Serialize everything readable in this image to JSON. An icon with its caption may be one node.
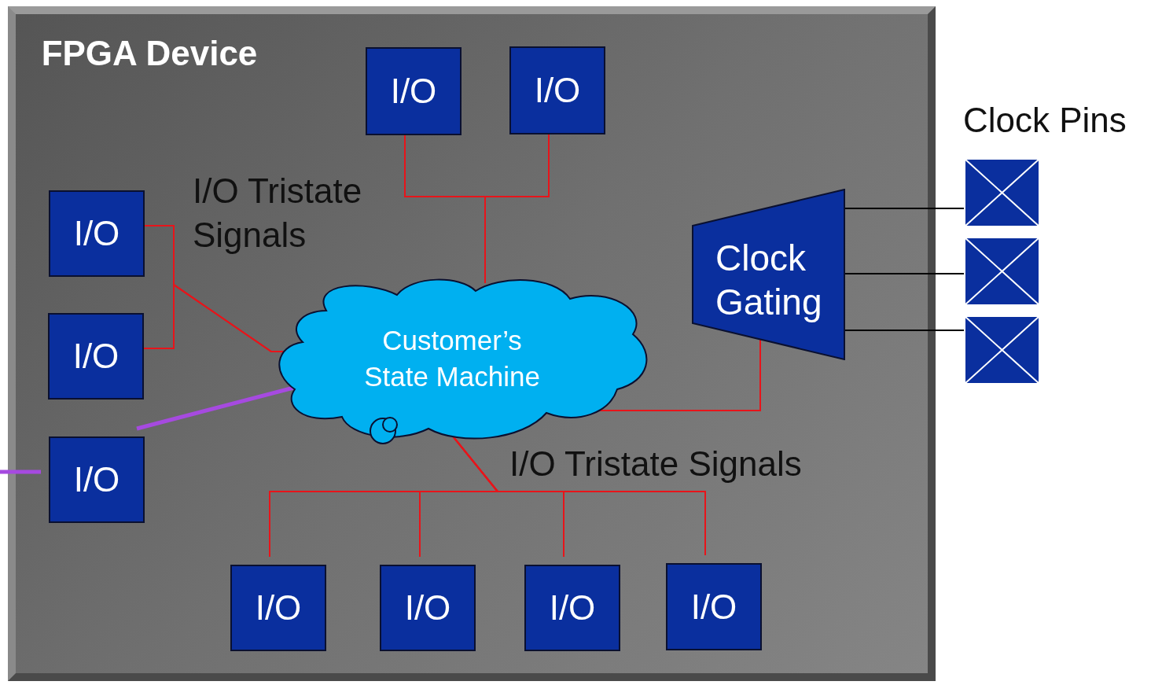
{
  "diagram": {
    "nodes": [
      {
        "text": [
          "FPGA Device"
        ]
      },
      {
        "text": [
          "I/O"
        ],
        "in": 0
      },
      {
        "text": [
          "I/O"
        ],
        "in": 0
      },
      {
        "text": [
          "I/O"
        ],
        "in": 0
      },
      {
        "text": [
          "I/O"
        ],
        "in": 0
      },
      {
        "text": [
          "I/O"
        ],
        "in": 0
      },
      {
        "text": [
          "Customer’s State Machine"
        ],
        "in": 0
      },
      {
        "text": [
          "Clock Gating"
        ],
        "in": 0
      },
      {
        "text": [
          "I/O"
        ],
        "in": 0
      },
      {
        "text": [
          "I/O"
        ],
        "in": 0
      },
      {
        "text": [
          "I/O"
        ],
        "in": 0
      },
      {
        "text": [
          "I/O"
        ],
        "in": 0
      },
      {
        "text": [],
        "shape": "box"
      },
      {
        "text": [],
        "shape": "box"
      },
      {
        "text": [],
        "shape": "box"
      }
    ],
    "edges": [
      {
        "from": 1,
        "to": 6,
        "arrow": "none"
      },
      {
        "from": 2,
        "to": 6,
        "arrow": "none"
      },
      {
        "from": 3,
        "to": 6,
        "arrow": "none"
      },
      {
        "from": 4,
        "to": 6,
        "arrow": "none"
      },
      {
        "from": 6,
        "to": 8,
        "arrow": "none"
      },
      {
        "from": 6,
        "to": 9,
        "arrow": "none"
      },
      {
        "from": 6,
        "to": 10,
        "arrow": "none"
      },
      {
        "from": 6,
        "to": 11,
        "arrow": "none"
      },
      {
        "from": 6,
        "to": 7,
        "arrow": "none"
      },
      {
        "from": null,
        "to": 5,
        "arrow": "none",
        "style": "thick",
        "color": "#a64ae0"
      },
      {
        "from": 5,
        "to": 6,
        "arrow": "none",
        "style": "thick",
        "color": "#a64ae0"
      },
      {
        "from": 12,
        "to": 7,
        "arrow": "none",
        "color": "#000000"
      },
      {
        "from": 13,
        "to": 7,
        "arrow": "none",
        "color": "#000000"
      },
      {
        "from": 14,
        "to": 7,
        "arrow": "none",
        "color": "#000000"
      }
    ],
    "labels": [
      "I/O Tristate Signals",
      "I/O Tristate Signals",
      "Clock Pins"
    ]
  }
}
